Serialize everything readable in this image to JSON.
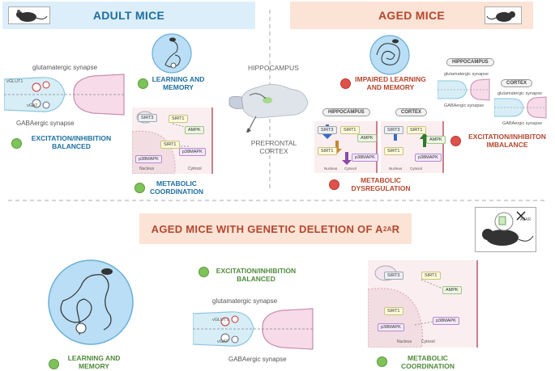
{
  "top_left": {
    "title": "ADULT MICE",
    "glutamatergic": "glutamatergic synapse",
    "vglut1": "vGLUT1",
    "vgat": "vGAT",
    "gabaergic": "GABAergic synapse",
    "ei_line1": "EXCITATION/INHIBITION",
    "ei_line2": "BALANCED",
    "learning_line1": "LEARNING AND",
    "learning_line2": "MEMORY",
    "metab_line1": "METABOLIC",
    "metab_line2": "COORDINATION",
    "cell": {
      "sirt3": "SIRT3",
      "sirt1a": "SIRT1",
      "ampk": "AMPK",
      "sirt1b": "SIRT1",
      "p38a": "p38MAPK",
      "p38b": "p38MAPK",
      "nucleus": "Nucleus",
      "cytosol": "Cytosol"
    }
  },
  "center": {
    "hippocampus": "HIPPOCAMPUS",
    "prefrontal_line1": "PREFRONTAL",
    "prefrontal_line2": "CORTEX"
  },
  "top_right": {
    "title": "AGED MICE",
    "impaired_line1": "IMPAIRED LEARNING",
    "impaired_line2": "AND MEMORY",
    "hippo_pill": "HIPPOCAMPUS",
    "cortex_pill": "CORTEX",
    "glut_h": "glutamatergic synapse",
    "gaba_h": "GABAergic synapse",
    "glut_c": "glutamatergic synapse",
    "gaba_c": "GABAergic synapse",
    "ei_line1": "EXCITATION/INHIBITON",
    "ei_line2": "IMBALANCE",
    "hippo_pill2": "HIPPOCAMPUS",
    "cortex_pill2": "CORTEX",
    "metab_line1": "METABOLIC",
    "metab_line2": "DYSREGULATION",
    "cell": {
      "sirt3": "SIRT3",
      "sirt1": "SIRT1",
      "ampk": "AMPK",
      "sirt1b": "SIRT1",
      "p38": "p38MAPK",
      "nucleus": "Nucleus",
      "cytosol": "Cytosol"
    }
  },
  "bottom": {
    "title_main": "AGED MICE WITH GENETIC DELETION OF A",
    "title_sub": "2A",
    "title_end": "R",
    "a2ar_tag": "A2AR",
    "ei_line1": "EXCITATION/INHIBITION",
    "ei_line2": "BALANCED",
    "glutamatergic": "glutamatergic synapse",
    "vglut1": "vGLUT1",
    "vgat": "vGAT",
    "gabaergic": "GABAergic synapse",
    "learning_line1": "LEARNING AND",
    "learning_line2": "MEMORY",
    "metab_line1": "METABOLIC",
    "metab_line2": "COORDINATION",
    "cell": {
      "sirt3": "SIRT3",
      "sirt1a": "SIRT1",
      "ampk": "AMPK",
      "sirt1b": "SIRT1",
      "p38a": "p38MAPK",
      "p38b": "p38MAPK",
      "nucleus": "Nucleus",
      "cytosol": "Cytosol"
    }
  },
  "colors": {
    "blue_banner": "#dceefa",
    "peach_banner": "#fbe3d6",
    "blue_text": "#1d6fa0",
    "red_text": "#b4472e",
    "green_text": "#4f8a3a"
  }
}
